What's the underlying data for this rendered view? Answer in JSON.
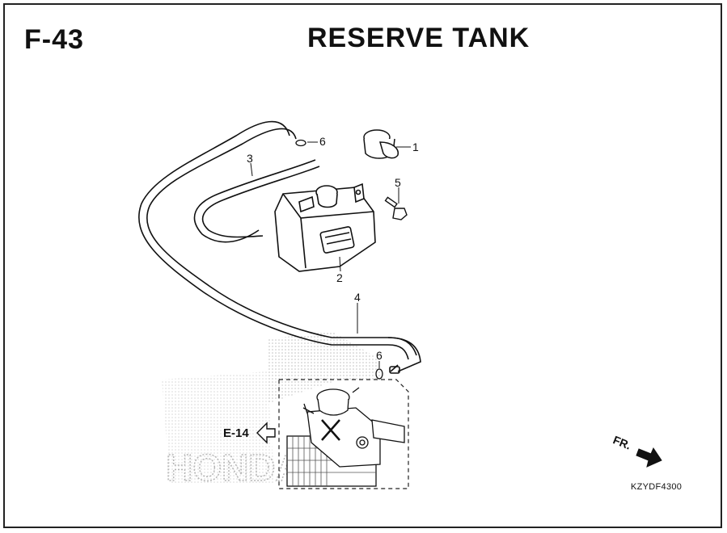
{
  "header": {
    "code": "F-43",
    "title": "RESERVE TANK"
  },
  "callouts": [
    "1",
    "2",
    "3",
    "4",
    "5",
    "6",
    "6"
  ],
  "nav": {
    "section_ref": "E-14",
    "direction": "FR."
  },
  "footer": {
    "ref_code": "KZYDF4300"
  },
  "watermark": {
    "text": "HONDA"
  },
  "colors": {
    "ink": "#111111",
    "stipple": "#9a9a9a"
  }
}
